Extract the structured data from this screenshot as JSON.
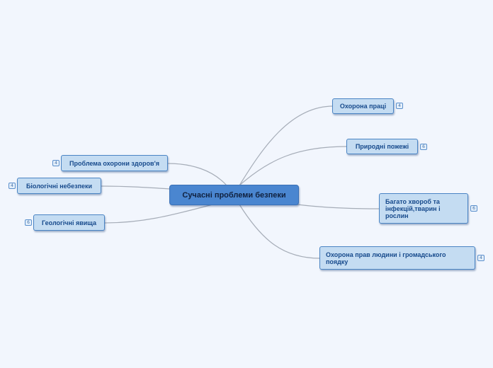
{
  "mindmap": {
    "central": {
      "label": "Сучасні проблеми безпеки"
    },
    "topics": [
      {
        "id": "okhorona-pratsi",
        "label": "Охорона праці",
        "count": "4"
      },
      {
        "id": "pryrodni-pozhezhi",
        "label": "Природні пожежі",
        "count": "6"
      },
      {
        "id": "bahato-khvorob",
        "label": "Багато хвороб та інфекцій,тварин і рослин",
        "count": "6"
      },
      {
        "id": "okhorona-prav",
        "label": "Охорона прав людини і громадського поядку",
        "count": "4"
      },
      {
        "id": "okhorona-zdorovia",
        "label": "Проблема охорони здоров'я",
        "count": "4"
      },
      {
        "id": "biolohichni",
        "label": "Біологічні небезпеки",
        "count": "4"
      },
      {
        "id": "heolohichni",
        "label": "Геологічні явища",
        "count": "6"
      }
    ]
  },
  "colors": {
    "background": "#f2f6fd",
    "central_fill": "#4a86d0",
    "topic_fill": "#c4dcf2",
    "topic_border": "#4a84c4",
    "topic_text": "#174a8c",
    "connector": "#a6adb8"
  }
}
